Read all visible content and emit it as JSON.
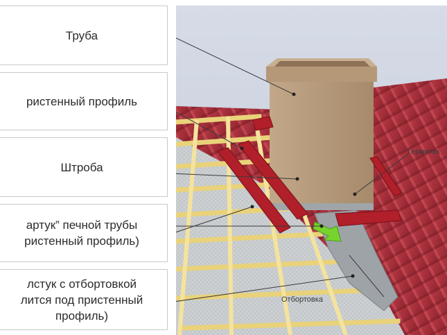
{
  "labels": [
    {
      "lines": [
        "Труба"
      ]
    },
    {
      "lines": [
        "ристенный профиль"
      ]
    },
    {
      "lines": [
        "Штроба"
      ]
    },
    {
      "lines": [
        "артук” печной трубы",
        "ристенный профиль)"
      ]
    },
    {
      "lines": [
        "лстук с отбортовкой",
        "лится под пристенный",
        "профиль)"
      ]
    }
  ],
  "inline_labels": {
    "germetik": "Герметик",
    "otbortovka": "Отбортовка"
  },
  "colors": {
    "roof_red": "#a8303a",
    "brick": "#b59a7c",
    "batten": "#f1dd8b",
    "arrow": "#6fd12a"
  }
}
